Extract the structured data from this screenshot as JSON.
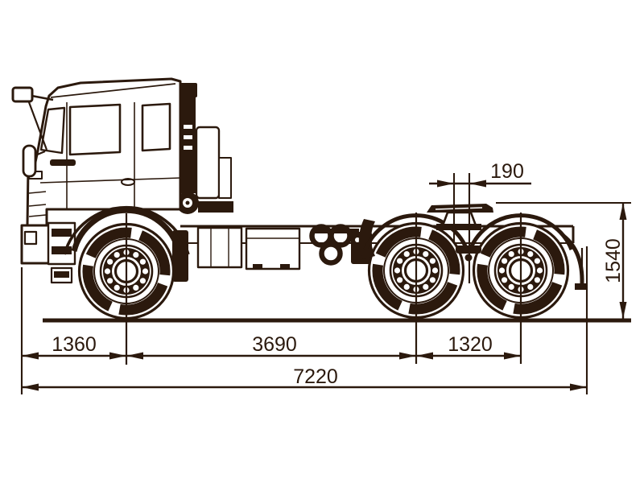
{
  "drawing": {
    "subject": "6x6 truck tractor — left side view technical outline drawing",
    "ink_color": "#2b190d",
    "background_color": "#ffffff",
    "axle_count": 3
  },
  "dims": {
    "fifth_wheel_offset": "190",
    "saddle_height": "1540",
    "front_overhang": "1360",
    "wheelbase": "3690",
    "tandem_spacing": "1320",
    "overall_length": "7220"
  }
}
